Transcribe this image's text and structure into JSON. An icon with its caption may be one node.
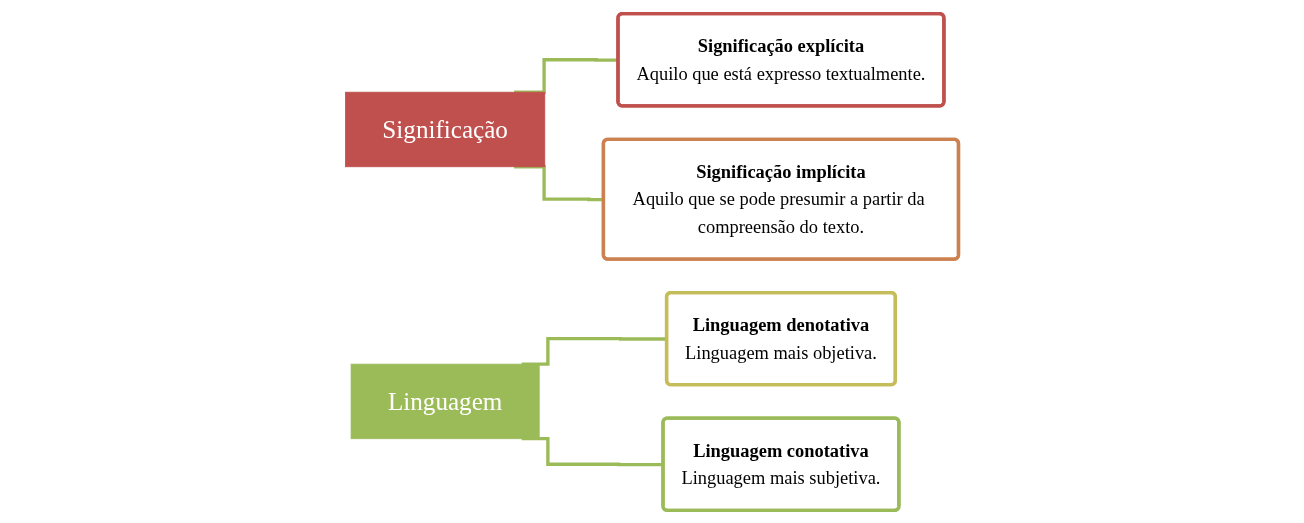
{
  "diagram": {
    "nodes": [
      {
        "text": [
          "Significação"
        ]
      },
      {
        "text": [
          "Significação explícita",
          "Aquilo que está expresso textualmente."
        ]
      },
      {
        "text": [
          "Significação implícita",
          "Aquilo que se pode presumir a partir da compreensão do texto."
        ]
      },
      {
        "text": [
          "Linguagem"
        ]
      },
      {
        "text": [
          "Linguagem denotativa",
          "Linguagem mais objetiva."
        ]
      },
      {
        "text": [
          "Linguagem conotativa",
          "Linguagem mais subjetiva."
        ]
      }
    ],
    "edges": [
      {
        "from": 0,
        "to": 1,
        "arrow": "none"
      },
      {
        "from": 0,
        "to": 2,
        "arrow": "none"
      },
      {
        "from": 3,
        "to": 4,
        "arrow": "none"
      },
      {
        "from": 3,
        "to": 5,
        "arrow": "none"
      }
    ]
  }
}
